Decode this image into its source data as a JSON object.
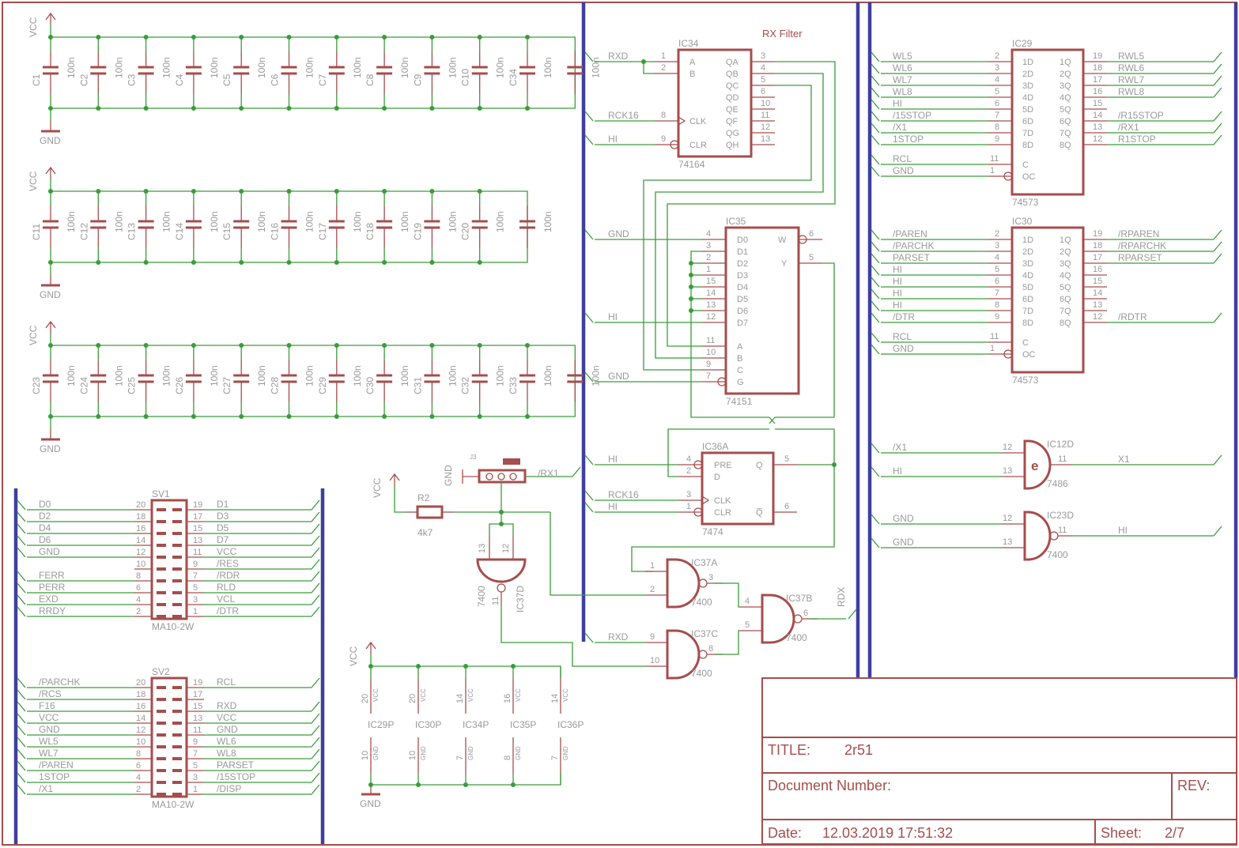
{
  "title_block": {
    "title_label": "TITLE:",
    "title_value": "2r51",
    "docnum_label": "Document Number:",
    "rev_label": "REV:",
    "date_label": "Date:",
    "date_value": "12.03.2019 17:51:32",
    "sheet_label": "Sheet:",
    "sheet_value": "2/7"
  },
  "decoupling": {
    "vcc": "VCC",
    "gnd": "GND",
    "value": "100n",
    "rows": [
      [
        "C1",
        "C2",
        "C3",
        "C4",
        "C5",
        "C6",
        "C7",
        "C8",
        "C9",
        "C10",
        "C34"
      ],
      [
        "C11",
        "C12",
        "C13",
        "C14",
        "C15",
        "C16",
        "C17",
        "C18",
        "C19",
        "C20"
      ],
      [
        "C23",
        "C24",
        "C25",
        "C26",
        "C27",
        "C28",
        "C29",
        "C30",
        "C31",
        "C32",
        "C33"
      ]
    ]
  },
  "rx_filter_label": "RX Filter",
  "ic34": {
    "name": "IC34",
    "type": "74164",
    "left_pins": [
      {
        "num": "1",
        "pin": "A",
        "net": "RXD"
      },
      {
        "num": "2",
        "pin": "B",
        "net": ""
      },
      {
        "num": "8",
        "pin": "CLK",
        "net": "RCK16"
      },
      {
        "num": "9",
        "pin": "CLR",
        "net": "HI"
      }
    ],
    "right_pins": [
      {
        "num": "3",
        "pin": "QA"
      },
      {
        "num": "4",
        "pin": "QB"
      },
      {
        "num": "5",
        "pin": "QC"
      },
      {
        "num": "6",
        "pin": "QD"
      },
      {
        "num": "10",
        "pin": "QE"
      },
      {
        "num": "11",
        "pin": "QF"
      },
      {
        "num": "12",
        "pin": "QG"
      },
      {
        "num": "13",
        "pin": "QH"
      }
    ]
  },
  "ic35": {
    "name": "IC35",
    "type": "74151",
    "left_pins": [
      {
        "num": "4",
        "pin": "D0",
        "net": "GND"
      },
      {
        "num": "3",
        "pin": "D1",
        "net": ""
      },
      {
        "num": "2",
        "pin": "D2",
        "net": ""
      },
      {
        "num": "1",
        "pin": "D3",
        "net": ""
      },
      {
        "num": "15",
        "pin": "D4",
        "net": ""
      },
      {
        "num": "14",
        "pin": "D5",
        "net": ""
      },
      {
        "num": "13",
        "pin": "D6",
        "net": ""
      },
      {
        "num": "12",
        "pin": "D7",
        "net": "HI"
      },
      {
        "num": "11",
        "pin": "A",
        "net": ""
      },
      {
        "num": "10",
        "pin": "B",
        "net": ""
      },
      {
        "num": "9",
        "pin": "C",
        "net": ""
      },
      {
        "num": "7",
        "pin": "G",
        "net": "GND"
      }
    ],
    "right_pins": [
      {
        "num": "6",
        "pin": "W"
      },
      {
        "num": "5",
        "pin": "Y"
      }
    ]
  },
  "ic36a": {
    "name": "IC36A",
    "type": "7474",
    "left_pins": [
      {
        "num": "4",
        "pin": "PRE",
        "net": "HI"
      },
      {
        "num": "2",
        "pin": "D",
        "net": ""
      },
      {
        "num": "3",
        "pin": "CLK",
        "net": "RCK16"
      },
      {
        "num": "1",
        "pin": "CLR",
        "net": "HI"
      }
    ],
    "right_pins": [
      {
        "num": "5",
        "pin": "Q"
      },
      {
        "num": "6",
        "pin": "Q̅"
      }
    ]
  },
  "ic29": {
    "name": "IC29",
    "type": "74573",
    "in_nets": [
      "WL5",
      "WL6",
      "WL7",
      "WL8",
      "HI",
      "/15STOP",
      "/X1",
      "1STOP"
    ],
    "in_nums": [
      "2",
      "3",
      "4",
      "5",
      "6",
      "7",
      "8",
      "9"
    ],
    "in_pins": [
      "1D",
      "2D",
      "3D",
      "4D",
      "5D",
      "6D",
      "7D",
      "8D"
    ],
    "out_pins": [
      "1Q",
      "2Q",
      "3Q",
      "4Q",
      "5Q",
      "6Q",
      "7Q",
      "8Q"
    ],
    "out_nums": [
      "19",
      "18",
      "17",
      "16",
      "15",
      "14",
      "13",
      "12"
    ],
    "out_nets": [
      "RWL5",
      "RWL6",
      "RWL7",
      "RWL8",
      "",
      "/R15STOP",
      "/RX1",
      "R1STOP"
    ],
    "ctrl": [
      {
        "num": "11",
        "pin": "C",
        "net": "RCL"
      },
      {
        "num": "1",
        "pin": "OC",
        "net": "GND"
      }
    ]
  },
  "ic30": {
    "name": "IC30",
    "type": "74573",
    "in_nets": [
      "/PAREN",
      "/PARCHK",
      "PARSET",
      "HI",
      "HI",
      "HI",
      "HI",
      "/DTR"
    ],
    "in_nums": [
      "2",
      "3",
      "4",
      "5",
      "6",
      "7",
      "8",
      "9"
    ],
    "in_pins": [
      "1D",
      "2D",
      "3D",
      "4D",
      "5D",
      "6D",
      "7D",
      "8D"
    ],
    "out_pins": [
      "1Q",
      "2Q",
      "3Q",
      "4Q",
      "5Q",
      "6Q",
      "7Q",
      "8Q"
    ],
    "out_nums": [
      "19",
      "18",
      "17",
      "16",
      "15",
      "14",
      "13",
      "12"
    ],
    "out_nets": [
      "/RPAREN",
      "/RPARCHK",
      "RPARSET",
      "",
      "",
      "",
      "",
      "/RDTR"
    ],
    "ctrl": [
      {
        "num": "11",
        "pin": "C",
        "net": "RCL"
      },
      {
        "num": "1",
        "pin": "OC",
        "net": "GND"
      }
    ]
  },
  "ic12d": {
    "name": "IC12D",
    "type": "7486",
    "symbol": "e",
    "in": [
      {
        "num": "12",
        "net": "/X1"
      },
      {
        "num": "13",
        "net": "HI"
      }
    ],
    "out": {
      "num": "11",
      "net": "X1"
    }
  },
  "ic23d": {
    "name": "IC23D",
    "type": "7400",
    "in": [
      {
        "num": "12",
        "net": "GND"
      },
      {
        "num": "13",
        "net": "GND"
      }
    ],
    "out": {
      "num": "11",
      "net": "HI"
    }
  },
  "ic37a": {
    "name": "IC37A",
    "type": "7400",
    "in": [
      "1",
      "2"
    ],
    "out": "3"
  },
  "ic37b": {
    "name": "IC37B",
    "type": "7400",
    "in": [
      "4",
      "5"
    ],
    "out": "6",
    "out_net": "RDX"
  },
  "ic37c": {
    "name": "IC37C",
    "type": "7400",
    "in": [
      "9",
      "10"
    ],
    "out": "8",
    "in_net": "RXD"
  },
  "ic37d": {
    "name": "IC37D",
    "type": "7400",
    "in": [
      "13",
      "12"
    ],
    "out": "11"
  },
  "j3": {
    "name": "J3",
    "gnd": "GND",
    "net": "/RX1"
  },
  "r2": {
    "name": "R2",
    "value": "4k7",
    "vcc": "VCC"
  },
  "sv1": {
    "name": "SV1",
    "type": "MA10-2W",
    "left_nums": [
      "20",
      "18",
      "16",
      "14",
      "12",
      "10",
      "8",
      "6",
      "4",
      "2"
    ],
    "left_nets": [
      "D0",
      "D2",
      "D4",
      "D6",
      "GND",
      "",
      "FERR",
      "PERR",
      "EXD",
      "RRDY"
    ],
    "right_nums": [
      "19",
      "17",
      "15",
      "13",
      "11",
      "9",
      "7",
      "5",
      "3",
      "1"
    ],
    "right_nets": [
      "D1",
      "D3",
      "D5",
      "D7",
      "VCC",
      "/RES",
      "/RDR",
      "RLD",
      "VCL",
      "/DTR"
    ]
  },
  "sv2": {
    "name": "SV2",
    "type": "MA10-2W",
    "left_nums": [
      "20",
      "18",
      "16",
      "14",
      "12",
      "10",
      "8",
      "6",
      "4",
      "2"
    ],
    "left_nets": [
      "/PARCHK",
      "/RCS",
      "F16",
      "VCC",
      "GND",
      "WL5",
      "WL7",
      "/PAREN",
      "1STOP",
      "/X1"
    ],
    "right_nums": [
      "19",
      "17",
      "15",
      "13",
      "11",
      "9",
      "7",
      "5",
      "3",
      "1"
    ],
    "right_nets": [
      "RCL",
      "",
      "RXD",
      "VCC",
      "GND",
      "WL6",
      "WL8",
      "PARSET",
      "/15STOP",
      "/DISP"
    ]
  },
  "power": {
    "vcc": "VCC",
    "gnd": "GND",
    "parts": [
      {
        "name": "IC29P",
        "vcc_pin": "20",
        "gnd_pin": "10"
      },
      {
        "name": "IC30P",
        "vcc_pin": "20",
        "gnd_pin": "10"
      },
      {
        "name": "IC34P",
        "vcc_pin": "14",
        "gnd_pin": "7"
      },
      {
        "name": "IC35P",
        "vcc_pin": "16",
        "gnd_pin": "8"
      },
      {
        "name": "IC36P",
        "vcc_pin": "14",
        "gnd_pin": "7"
      }
    ],
    "vcc_text": "VCC",
    "gnd_text": "GND"
  }
}
